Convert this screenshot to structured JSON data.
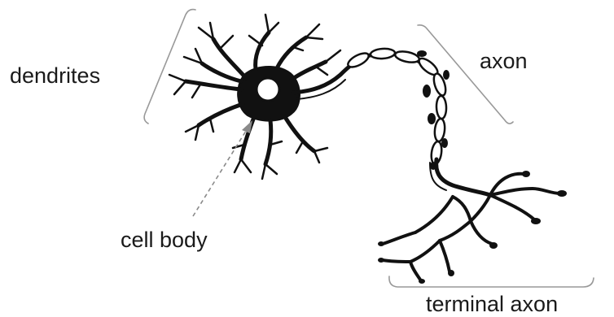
{
  "labels": {
    "dendrites": "dendrites",
    "axon": "axon",
    "cell_body": "cell body",
    "terminal_axon": "terminal axon"
  },
  "colors": {
    "ink": "#111111",
    "bracket": "#999999",
    "arrow": "#8a8a8a",
    "text": "#1a1a1a",
    "background": "#ffffff"
  }
}
